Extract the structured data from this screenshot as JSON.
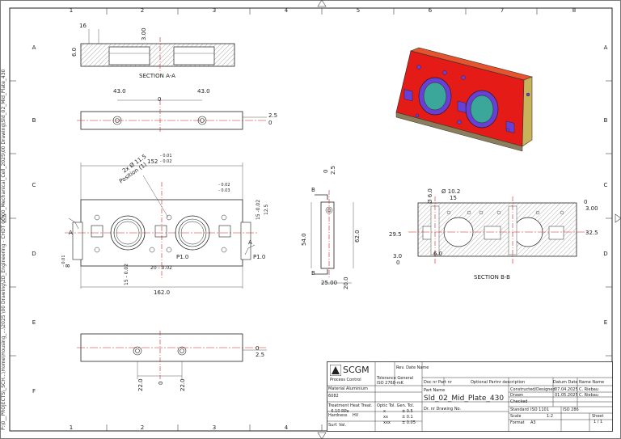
{
  "sheet": {
    "side_caption": "P:\\0__PROJECTS\\_SCH...\\Home\\Housing_...\\2025 \\00 Drawing\\2D_Engineering - CHDT 00\\00_Mechanical_Cell_2025\\00 Drawing\\Sld_02_Mid_Plate_430",
    "columns": [
      "1",
      "2",
      "3",
      "4",
      "5",
      "6",
      "7",
      "8"
    ],
    "rows": [
      "A",
      "B",
      "C",
      "D",
      "E",
      "F"
    ]
  },
  "views": {
    "section_aa_label": "SECTION A-A",
    "section_bb_label": "SECTION B-B",
    "top_view": {
      "dim_left": "43.0",
      "dim_center": "0",
      "dim_right": "43.0",
      "dim_side_top": "2.5",
      "dim_side_bottom": "0"
    },
    "section_aa": {
      "dim_top": "3.00",
      "dim_left": "16",
      "dim_side": "6.0"
    },
    "front_view": {
      "overall_width": "152",
      "overall_tol_upper": "- 0.01",
      "overall_tol_lower": "- 0.02",
      "bottom_width": "162.0",
      "hole_callout": "2x Ø 11.5",
      "pos_callout": "Position (1)",
      "dim_right_a": "- 0.02",
      "dim_right_b": "- 0.03",
      "dim_side_v": "15 -0.02",
      "dim_side_v2": "12.5",
      "dim_bottom_a": "20 - 0.02",
      "dim_bottom_b": "15 - 0.02",
      "dim_left_v": "8",
      "dim_left_tol": "- 0.01",
      "label_p1": "P1.0",
      "label_p1b": "P1.0",
      "label_a": "A",
      "label_a2": "A"
    },
    "side_view": {
      "dim_top": "2.5",
      "dim_top0": "0",
      "height": "54.0",
      "total": "62.0",
      "depth": "25.00",
      "thick": "20.0",
      "label_b": "B",
      "label_b2": "B"
    },
    "section_bb": {
      "dim_hole": "Ø 10.2",
      "dim_hole_depth": "15",
      "dim_counter": "Ø 6.0",
      "dim_left_a": "29.5",
      "dim_left_b": "3.0",
      "dim_left_c": "0",
      "dim_right_a": "0",
      "dim_right_b": "3.00",
      "dim_right_c": "32.5",
      "dim_inner": "6.0"
    },
    "bottom_view": {
      "dim_left": "22.0",
      "dim_center": "0",
      "dim_right": "22.0",
      "dim_side_top": "0",
      "dim_side_bottom": "2.5"
    }
  },
  "title_block": {
    "company": "SCGM",
    "company_sub": "Process Control",
    "rev_header": "Rev.  Date  Name",
    "general_tol": "Tolerance General",
    "general_tol_std": "ISO 2768-mK",
    "material_label": "Material",
    "material": "Aluminium",
    "material_value": "6082",
    "treatment_label": "Treatment  Heat Treat.",
    "treatment": "- 6.10 RPa",
    "hardness_label": "Hardness",
    "hardness": "HV",
    "finish_label": "Surf.  Val.",
    "fits_header": "Optic Tol.  Gen. Tol.",
    "fit_rows": [
      {
        "a": "x",
        "b": "± 0.5"
      },
      {
        "a": "xx",
        "b": "± 0.1"
      },
      {
        "a": "xxx",
        "b": "± 0.05"
      }
    ],
    "doc_number_label": "Doc nr  Part nr",
    "optional_label": "Optional  Partnr description",
    "part_label": "Part Name",
    "part_name": "Sld_02_Mid_Plate_430",
    "drawing_no_label": "Dr. nr  Drawing No.",
    "dates_header": "Datum  Date  Name  Name",
    "constructed_label": "Constructed/Designed",
    "constructed_date": "07.04.2025",
    "constructed_name": "C. Riebau",
    "drawn_label": "Drawn",
    "drawn_date": "01.05.2025",
    "drawn_name": "C. Riebau",
    "checked_label": "Checked",
    "standard_label": "Standard",
    "standard": "ISO 1101",
    "standard2": "ISO 286",
    "scale_label": "Scale",
    "scale": "1:2",
    "sheet_label": "Sheet",
    "sheet_value": "1 / 1",
    "format_label": "Format",
    "format": "A3"
  },
  "colors": {
    "part_red": "#e41b17",
    "part_violet": "#6a3fd6",
    "part_gold": "#c9b35a",
    "centerline": "#d42020"
  }
}
